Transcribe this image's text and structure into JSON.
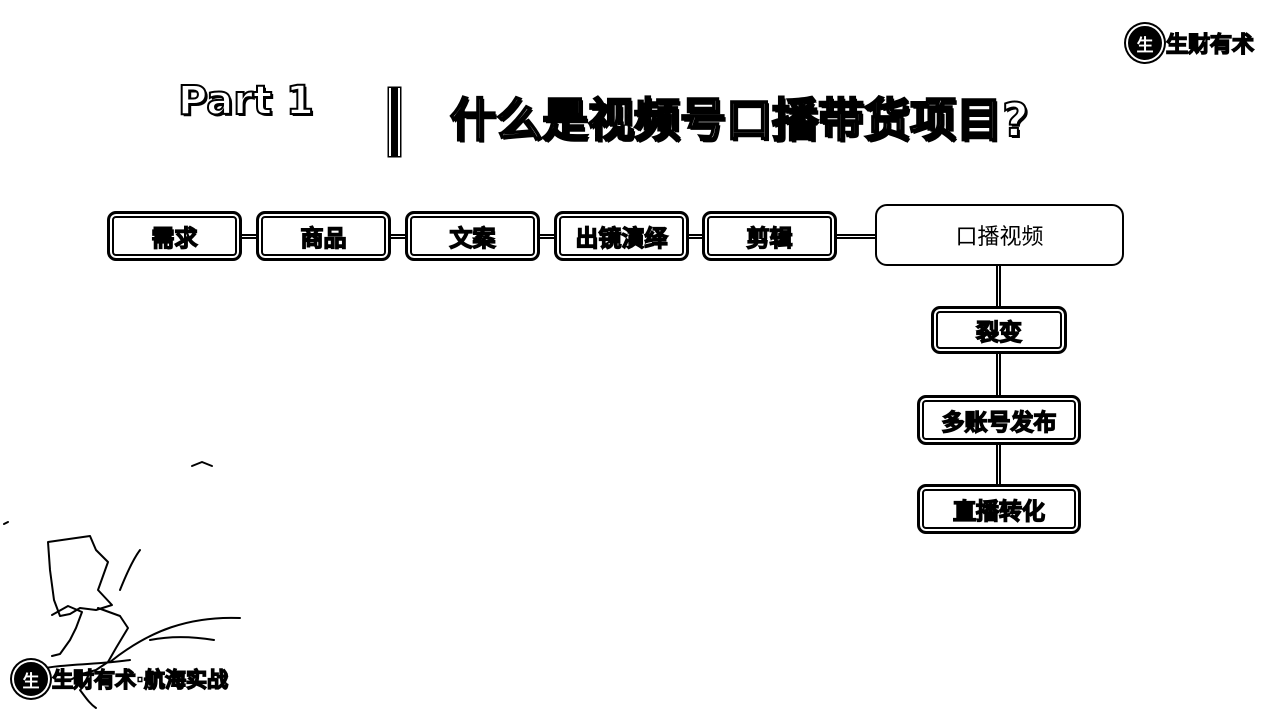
{
  "brand": {
    "logo_mark": "生",
    "logo_text": "生财有术",
    "footer_text": "生财有术·航海实战"
  },
  "heading": {
    "part_label": "Part 1",
    "title": "什么是视频号口播带货项目?"
  },
  "flow": {
    "steps": [
      "需求",
      "商品",
      "文案",
      "出镜演绎",
      "剪辑"
    ],
    "result": "口播视频",
    "followups": [
      "裂变",
      "多账号发布",
      "直播转化"
    ]
  }
}
